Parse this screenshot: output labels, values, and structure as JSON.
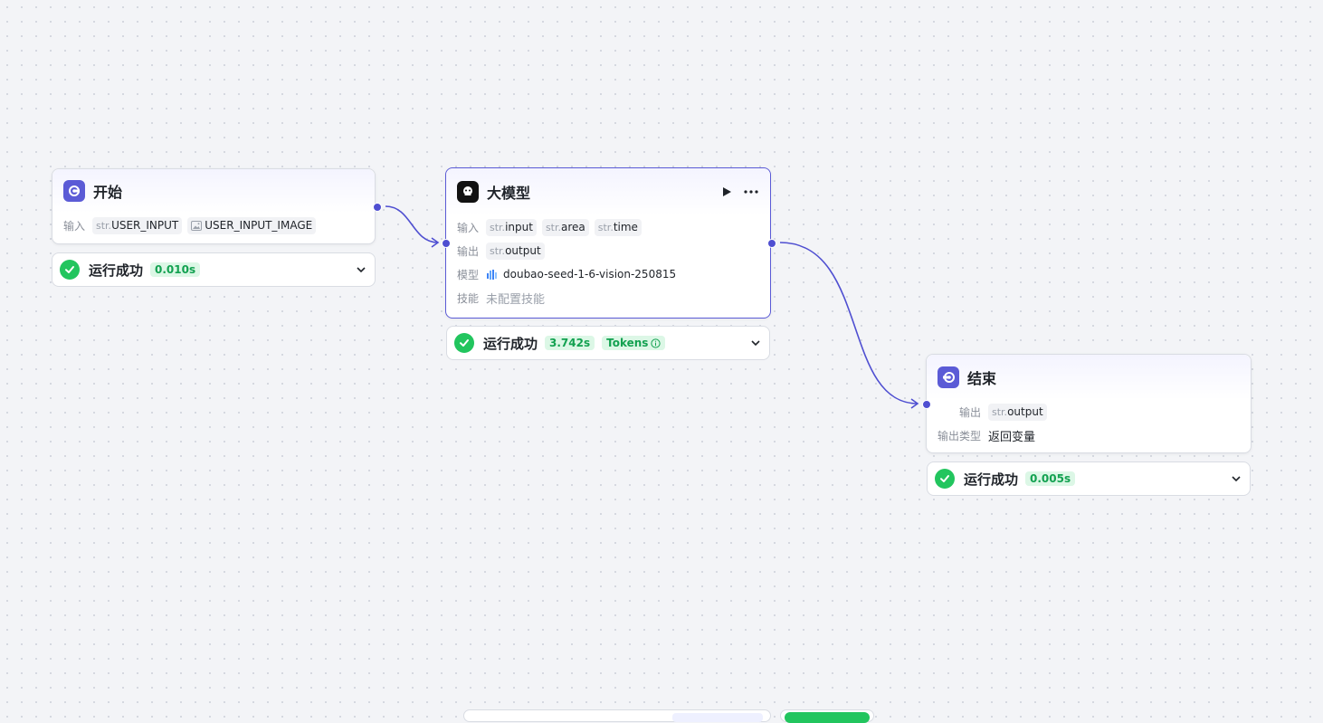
{
  "start_node": {
    "title": "开始",
    "input_label": "输入",
    "inputs": [
      {
        "prefix": "str.",
        "name": "USER_INPUT"
      },
      {
        "prefix": "",
        "name": "USER_INPUT_IMAGE",
        "icon": "image-icon"
      }
    ],
    "status": {
      "text": "运行成功",
      "time": "0.010s"
    }
  },
  "llm_node": {
    "title": "大模型",
    "input_label": "输入",
    "inputs": [
      {
        "prefix": "str.",
        "name": "input"
      },
      {
        "prefix": "str.",
        "name": "area"
      },
      {
        "prefix": "str.",
        "name": "time"
      }
    ],
    "output_label": "输出",
    "outputs": [
      {
        "prefix": "str.",
        "name": "output"
      }
    ],
    "model_label": "模型",
    "model": "doubao-seed-1-6-vision-250815",
    "skill_label": "技能",
    "skill_value": "未配置技能",
    "status": {
      "text": "运行成功",
      "time": "3.742s",
      "tokens": "Tokens"
    }
  },
  "end_node": {
    "title": "结束",
    "output_label": "输出",
    "outputs": [
      {
        "prefix": "str.",
        "name": "output"
      }
    ],
    "output_type_label": "输出类型",
    "output_type_value": "返回变量",
    "status": {
      "text": "运行成功",
      "time": "0.005s"
    }
  },
  "colors": {
    "accent": "#5b5bd6",
    "edge": "#4f4fd1",
    "success": "#22c55e"
  }
}
